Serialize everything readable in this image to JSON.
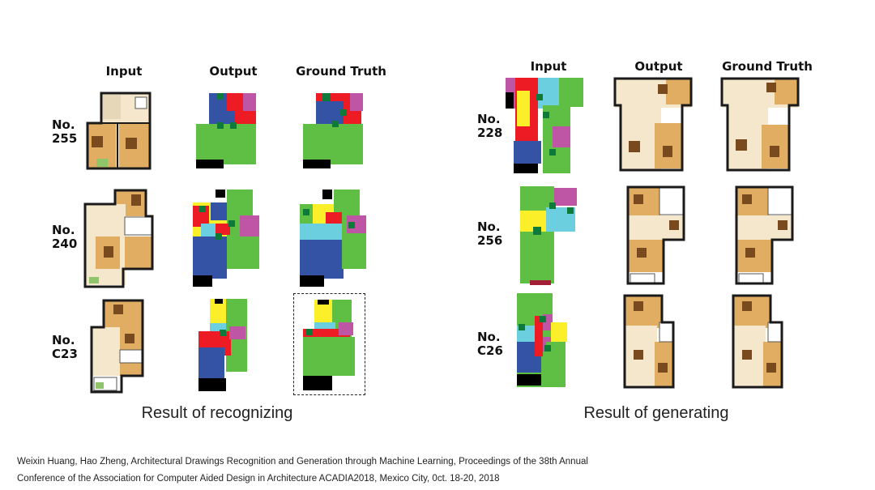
{
  "left_panel": {
    "headers": [
      "Input",
      "Output",
      "Ground Truth"
    ],
    "rows": [
      {
        "no": "No.",
        "id": "255"
      },
      {
        "no": "No.",
        "id": "240"
      },
      {
        "no": "No.",
        "id": "C23"
      }
    ],
    "caption": "Result of recognizing"
  },
  "right_panel": {
    "headers": [
      "Input",
      "Output",
      "Ground Truth"
    ],
    "rows": [
      {
        "no": "No.",
        "id": "228"
      },
      {
        "no": "No.",
        "id": "256"
      },
      {
        "no": "No.",
        "id": "C26"
      }
    ],
    "caption": "Result of generating"
  },
  "citation": {
    "line1": "Weixin Huang, Hao Zheng, Architectural Drawings Recognition and Generation through Machine Learning, Proceedings of the 38th Annual",
    "line2": "Conference of the Association for Computer Aided Design in Architecture ACADIA2018, Mexico City, 0ct. 18-20, 2018"
  },
  "colors": {
    "living": "#5fbf45",
    "bedroom": "#3553a4",
    "kitchen": "#ed1c24",
    "bathroom": "#fbef2a",
    "balcony": "#6ccfe0",
    "closet": "#bf55a5",
    "door": "#0d7a3a",
    "wall": "#000000",
    "window": "#a31f35",
    "plan_wall": "#1a1a1a",
    "plan_floor_wood": "#e0ad62",
    "plan_floor_light": "#f4e7cc"
  }
}
